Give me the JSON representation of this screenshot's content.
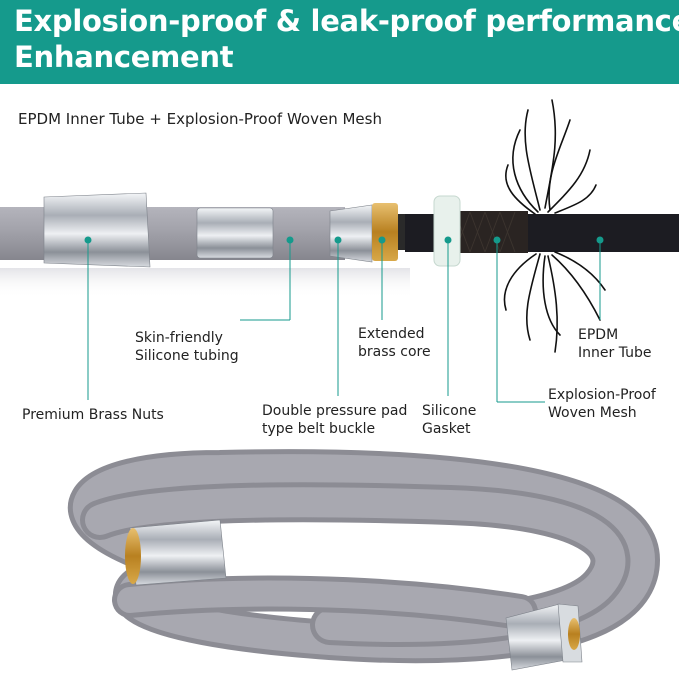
{
  "header": {
    "line1": "Explosion-proof & leak-proof performance",
    "line2": "Enhancement",
    "background_color": "#159a8c",
    "text_color": "#ffffff"
  },
  "subtitle": "EPDM Inner Tube + Explosion-Proof Woven Mesh",
  "callouts": {
    "premium_brass_nuts": "Premium Brass Nuts",
    "silicone_tubing_1": "Skin-friendly",
    "silicone_tubing_2": "Silicone tubing",
    "double_pad_1": "Double pressure pad",
    "double_pad_2": "type belt buckle",
    "brass_core_1": "Extended",
    "brass_core_2": "brass core",
    "gasket_1": "Silicone",
    "gasket_2": "Gasket",
    "epdm_1": "EPDM",
    "epdm_2": "Inner Tube",
    "mesh_1": "Explosion-Proof",
    "mesh_2": "Woven Mesh"
  },
  "colors": {
    "accent_teal": "#159a8c",
    "hose_gray": "#9e9ea6",
    "chrome": "#c8ccd2",
    "brass": "#c8922e"
  }
}
